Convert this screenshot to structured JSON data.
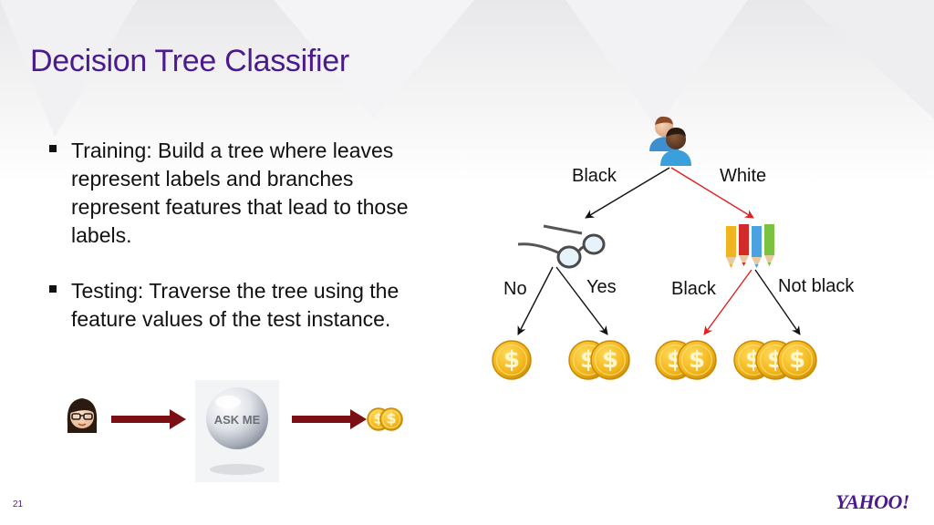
{
  "slide": {
    "title": "Decision Tree Classifier",
    "slide_number": "21",
    "logo_text": "YAHOO!"
  },
  "bullets": [
    "Training: Build a tree where leaves represent labels and branches represent features that lead to those labels.",
    "Testing: Traverse the tree using the feature values of the test instance."
  ],
  "tree": {
    "root_edges": {
      "left": "Black",
      "right": "White"
    },
    "left_node_edges": {
      "left": "No",
      "right": "Yes"
    },
    "right_node_edges": {
      "left": "Black",
      "right": "Not black"
    },
    "leaf_coin_counts": [
      1,
      2,
      2,
      3
    ],
    "coin_symbol": "$",
    "highlight_color": "#e02020",
    "edge_color": "#111111"
  },
  "bottom_flow": {
    "orb_label": "ASK ME",
    "result_coin_count": 2,
    "arrow_color": "#7a0f14"
  },
  "colors": {
    "title": "#4b1a8c",
    "coin": "#f2b418",
    "coin_edge": "#c98a05"
  },
  "icons": {
    "root": "users-icon",
    "left_node": "glasses-icon",
    "right_node": "colored-pencils-icon",
    "input": "woman-avatar-icon",
    "model": "crystal-ball-icon",
    "leaf": "dollar-coin-icon"
  }
}
